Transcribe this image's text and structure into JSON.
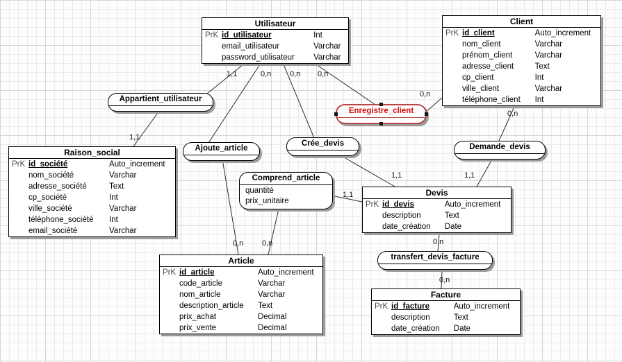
{
  "diagram": {
    "tool_type": "merise-entity-relationship-diagram",
    "pk_marker": "PrK"
  },
  "entities": [
    {
      "id": "utilisateur",
      "title": "Utilisateur",
      "rows": [
        {
          "key": "PrK",
          "name": "id_utilisateur",
          "type": "Int",
          "pk": true
        },
        {
          "key": "",
          "name": "email_utilisateur",
          "type": "Varchar",
          "pk": false
        },
        {
          "key": "",
          "name": "password_utilisateur",
          "type": "Varchar",
          "pk": false
        }
      ]
    },
    {
      "id": "client",
      "title": "Client",
      "rows": [
        {
          "key": "PrK",
          "name": "id_client",
          "type": "Auto_increment",
          "pk": true
        },
        {
          "key": "",
          "name": "nom_client",
          "type": "Varchar",
          "pk": false
        },
        {
          "key": "",
          "name": "prénom_client",
          "type": "Varchar",
          "pk": false
        },
        {
          "key": "",
          "name": "adresse_client",
          "type": "Text",
          "pk": false
        },
        {
          "key": "",
          "name": "cp_client",
          "type": "Int",
          "pk": false
        },
        {
          "key": "",
          "name": "ville_client",
          "type": "Varchar",
          "pk": false
        },
        {
          "key": "",
          "name": "téléphone_client",
          "type": "Int",
          "pk": false
        }
      ]
    },
    {
      "id": "raison_social",
      "title": "Raison_social",
      "rows": [
        {
          "key": "PrK",
          "name": "id_société",
          "type": "Auto_increment",
          "pk": true
        },
        {
          "key": "",
          "name": "nom_société",
          "type": "Varchar",
          "pk": false
        },
        {
          "key": "",
          "name": "adresse_société",
          "type": "Text",
          "pk": false
        },
        {
          "key": "",
          "name": "cp_société",
          "type": "Int",
          "pk": false
        },
        {
          "key": "",
          "name": "ville_société",
          "type": "Varchar",
          "pk": false
        },
        {
          "key": "",
          "name": "téléphone_société",
          "type": "Int",
          "pk": false
        },
        {
          "key": "",
          "name": "email_société",
          "type": "Varchar",
          "pk": false
        }
      ]
    },
    {
      "id": "devis",
      "title": "Devis",
      "rows": [
        {
          "key": "PrK",
          "name": "id_devis",
          "type": "Auto_increment",
          "pk": true
        },
        {
          "key": "",
          "name": "description",
          "type": "Text",
          "pk": false
        },
        {
          "key": "",
          "name": "date_création",
          "type": "Date",
          "pk": false
        }
      ]
    },
    {
      "id": "article",
      "title": "Article",
      "rows": [
        {
          "key": "PrK",
          "name": "id_article",
          "type": "Auto_increment",
          "pk": true
        },
        {
          "key": "",
          "name": "code_article",
          "type": "Varchar",
          "pk": false
        },
        {
          "key": "",
          "name": "nom_article",
          "type": "Varchar",
          "pk": false
        },
        {
          "key": "",
          "name": "description_article",
          "type": "Text",
          "pk": false
        },
        {
          "key": "",
          "name": "prix_achat",
          "type": "Decimal",
          "pk": false
        },
        {
          "key": "",
          "name": "prix_vente",
          "type": "Decimal",
          "pk": false
        }
      ]
    },
    {
      "id": "facture",
      "title": "Facture",
      "rows": [
        {
          "key": "PrK",
          "name": "id_facture",
          "type": "Auto_increment",
          "pk": true
        },
        {
          "key": "",
          "name": "description",
          "type": "Text",
          "pk": false
        },
        {
          "key": "",
          "name": "date_création",
          "type": "Date",
          "pk": false
        }
      ]
    }
  ],
  "relations": [
    {
      "id": "appartient_utilisateur",
      "label": "Appartient_utilisateur",
      "attributes": [],
      "selected": false
    },
    {
      "id": "ajoute_article",
      "label": "Ajoute_article",
      "attributes": [],
      "selected": false
    },
    {
      "id": "cree_devis",
      "label": "Crée_devis",
      "attributes": [],
      "selected": false
    },
    {
      "id": "enregistre_client",
      "label": "Enregistre_client",
      "attributes": [],
      "selected": true
    },
    {
      "id": "demande_devis",
      "label": "Demande_devis",
      "attributes": [],
      "selected": false
    },
    {
      "id": "comprend_article",
      "label": "Comprend_article",
      "attributes": [
        "quantité",
        "prix_unitaire"
      ],
      "selected": false
    },
    {
      "id": "transfert_devis_facture",
      "label": "transfert_devis_facture",
      "attributes": [],
      "selected": false
    }
  ],
  "links": [
    {
      "id": "utilisateur-appartient",
      "cardinality": "1,1"
    },
    {
      "id": "utilisateur-ajoute",
      "cardinality": "0,n"
    },
    {
      "id": "utilisateur-cree",
      "cardinality": "0,n"
    },
    {
      "id": "utilisateur-enregistre",
      "cardinality": "0,n"
    },
    {
      "id": "appartient-raison",
      "cardinality": "1,1"
    },
    {
      "id": "enregistre-client",
      "cardinality": "0,n"
    },
    {
      "id": "client-demande",
      "cardinality": "0,n"
    },
    {
      "id": "cree-devis",
      "cardinality": "1,1"
    },
    {
      "id": "demande-devis",
      "cardinality": "1,1"
    },
    {
      "id": "comprend-devis",
      "cardinality": "1,1"
    },
    {
      "id": "ajoute-article",
      "cardinality": "0,n"
    },
    {
      "id": "comprend-article",
      "cardinality": "0,n"
    },
    {
      "id": "devis-transfert",
      "cardinality": "0,n"
    },
    {
      "id": "transfert-facture",
      "cardinality": "0,n"
    }
  ]
}
